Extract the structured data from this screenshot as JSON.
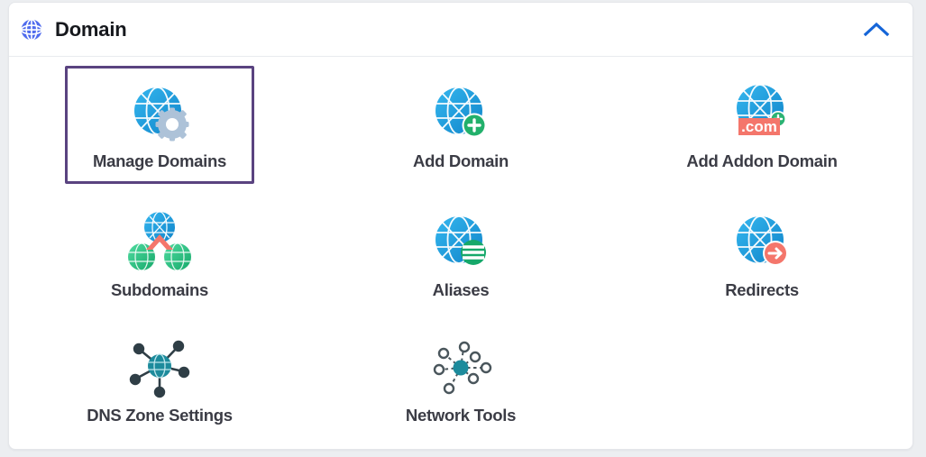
{
  "header": {
    "title": "Domain",
    "icon": "globe-icon",
    "collapse_icon": "chevron-up-icon",
    "icon_color": "#4f6bed",
    "collapse_color": "#1565d8"
  },
  "theme": {
    "card_background": "#ffffff",
    "page_background": "#eceef1",
    "selected_border": "#5a4380",
    "label_color": "#3b3c45",
    "globe_blue": "#1ba4e6",
    "globe_blue_dark": "#1581c4",
    "badge_green": "#23b06a",
    "badge_red": "#f4766b",
    "teal": "#18889b"
  },
  "tiles": [
    {
      "id": "manage-domains",
      "label": "Manage Domains",
      "icon": "globe-gear-icon",
      "selected": true
    },
    {
      "id": "add-domain",
      "label": "Add Domain",
      "icon": "globe-plus-icon",
      "selected": false
    },
    {
      "id": "add-addon-domain",
      "label": "Add Addon Domain",
      "icon": "globe-dotcom-plus-icon",
      "selected": false
    },
    {
      "id": "subdomains",
      "label": "Subdomains",
      "icon": "globe-subdomains-icon",
      "selected": false
    },
    {
      "id": "aliases",
      "label": "Aliases",
      "icon": "globe-list-icon",
      "selected": false
    },
    {
      "id": "redirects",
      "label": "Redirects",
      "icon": "globe-arrow-icon",
      "selected": false
    },
    {
      "id": "dns-zone-settings",
      "label": "DNS Zone Settings",
      "icon": "dns-network-icon",
      "selected": false
    },
    {
      "id": "network-tools",
      "label": "Network Tools",
      "icon": "network-nodes-icon",
      "selected": false
    }
  ]
}
